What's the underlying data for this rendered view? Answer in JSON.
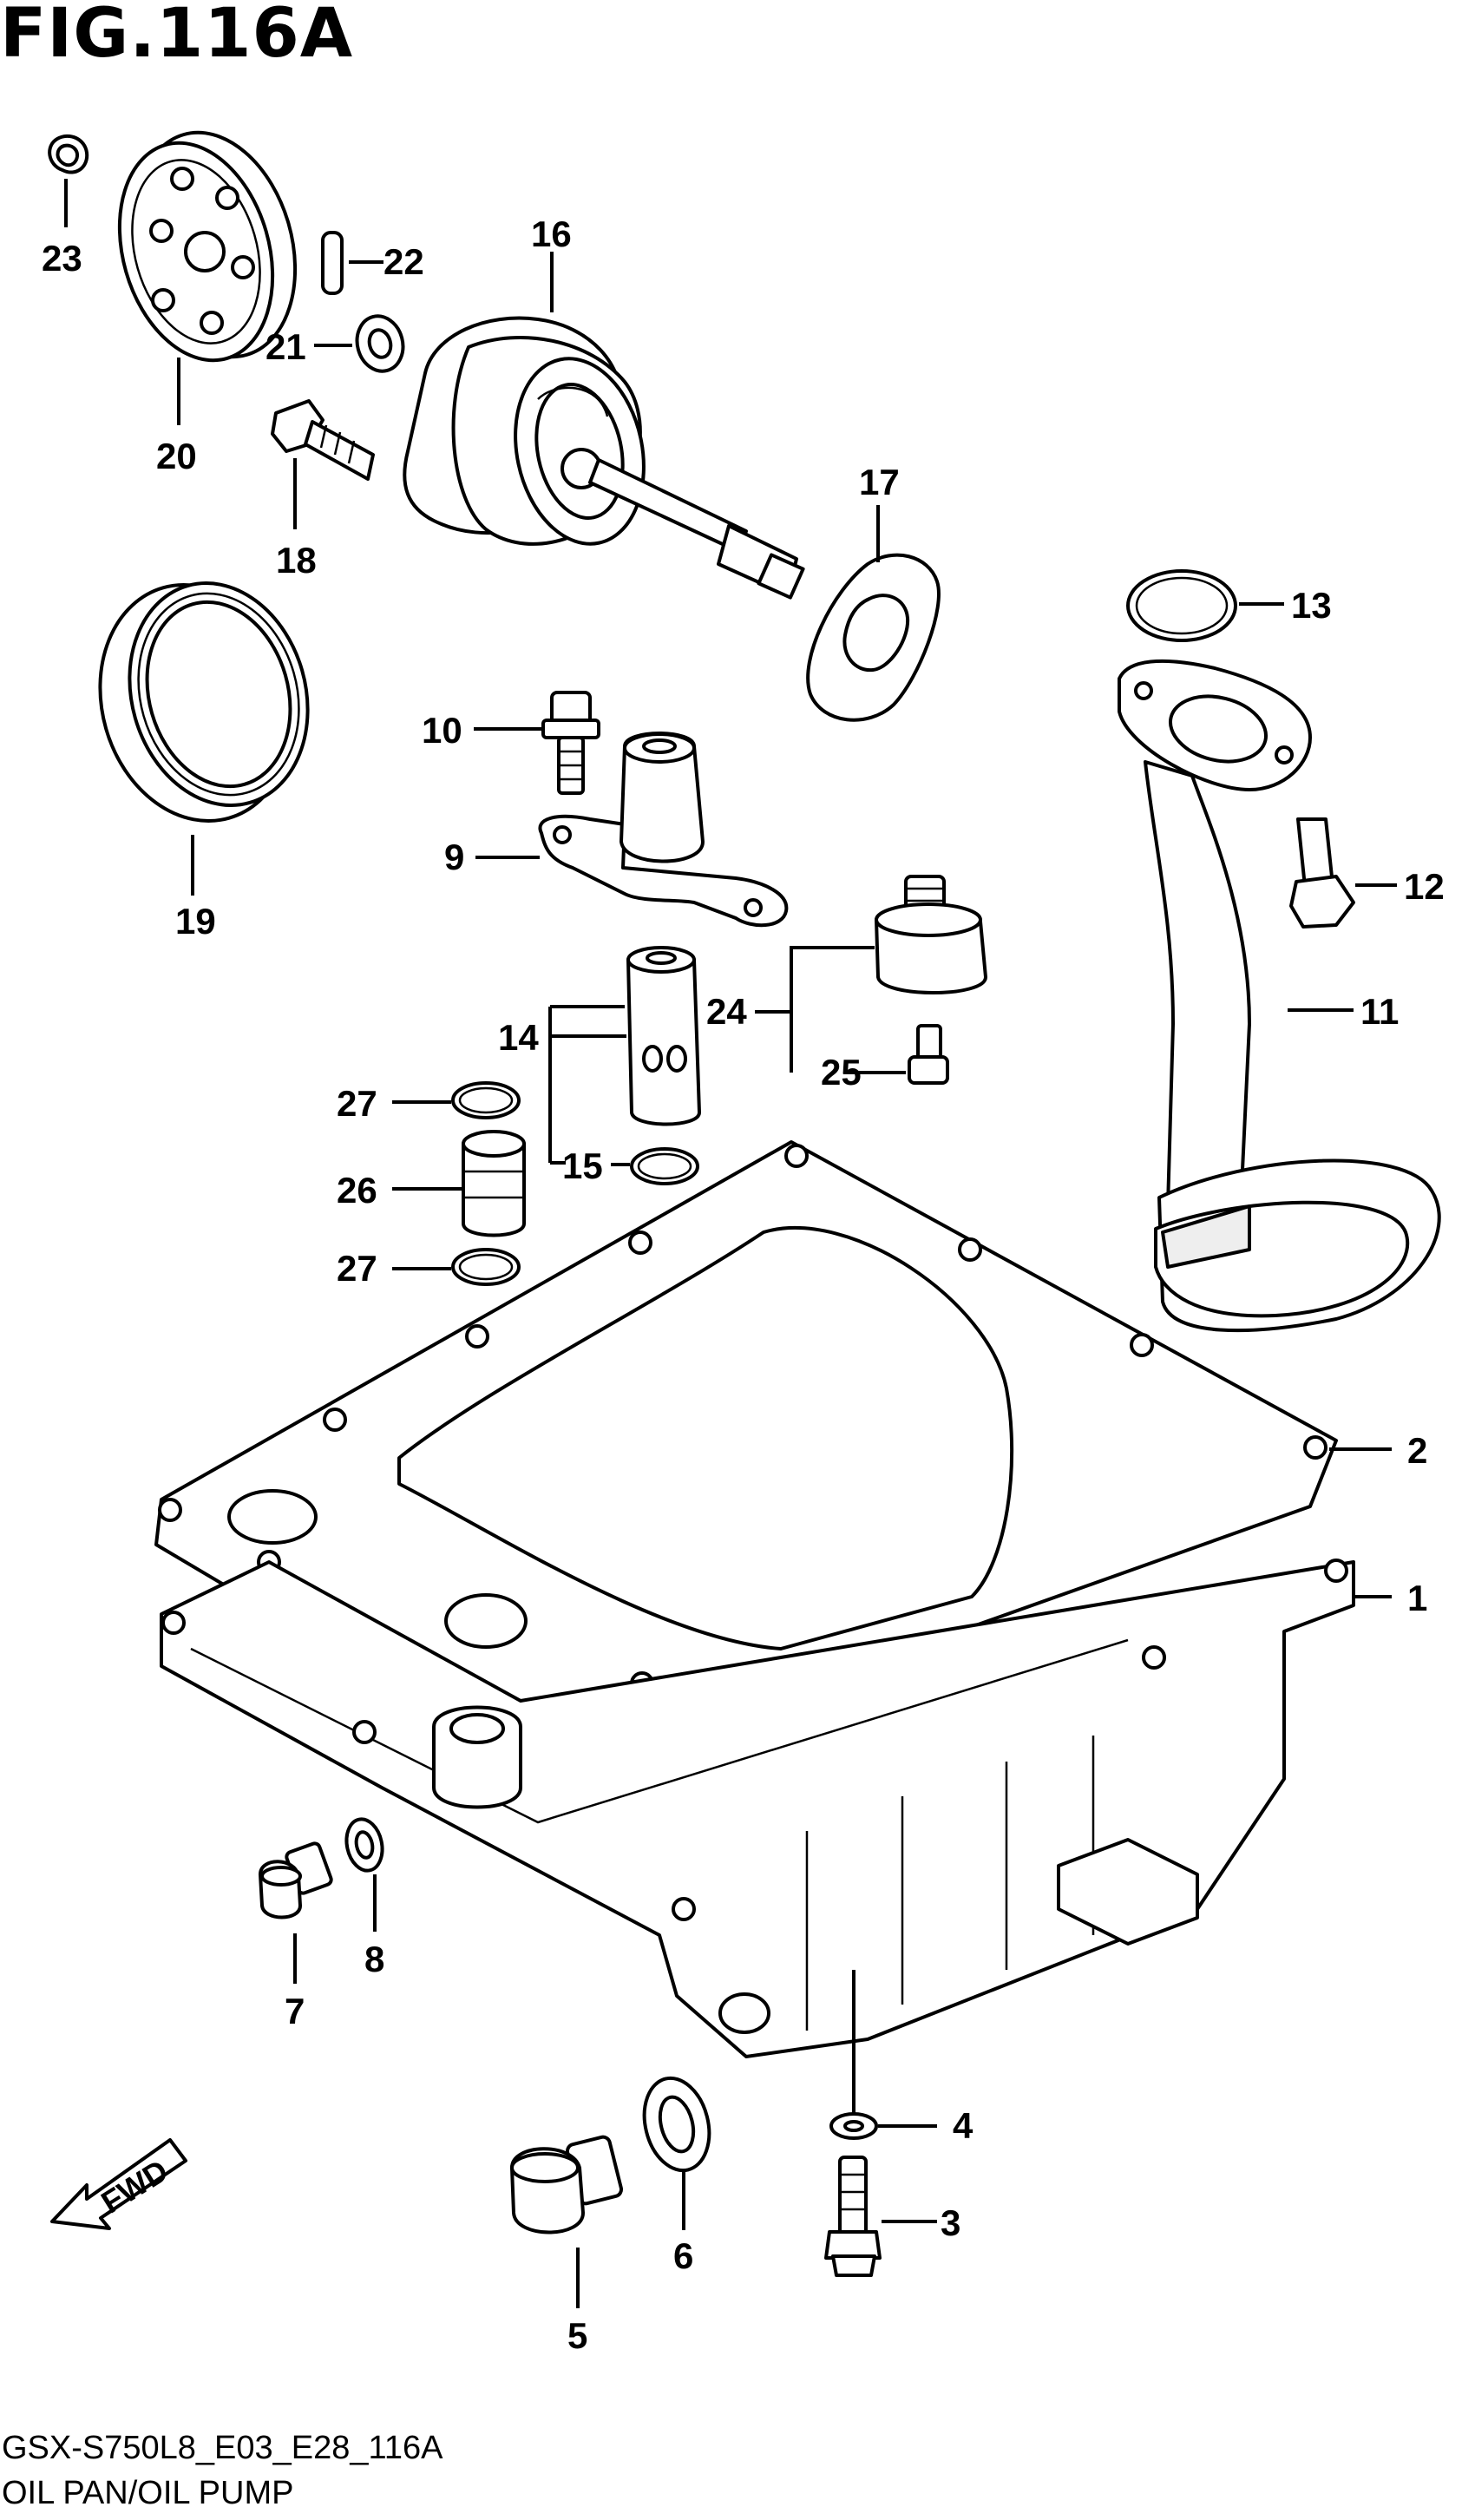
{
  "figure": {
    "title": "FIG.116A",
    "code": "GSX-S750L8_E03_E28_116A",
    "caption": "OIL PAN/OIL PUMP"
  },
  "fwd_label": "FWD",
  "callouts": [
    {
      "id": "c1",
      "label": "1"
    },
    {
      "id": "c2",
      "label": "2"
    },
    {
      "id": "c3",
      "label": "3"
    },
    {
      "id": "c4",
      "label": "4"
    },
    {
      "id": "c5",
      "label": "5"
    },
    {
      "id": "c6",
      "label": "6"
    },
    {
      "id": "c7",
      "label": "7"
    },
    {
      "id": "c8",
      "label": "8"
    },
    {
      "id": "c9",
      "label": "9"
    },
    {
      "id": "c10",
      "label": "10"
    },
    {
      "id": "c11",
      "label": "11"
    },
    {
      "id": "c12",
      "label": "12"
    },
    {
      "id": "c13",
      "label": "13"
    },
    {
      "id": "c14",
      "label": "14"
    },
    {
      "id": "c15",
      "label": "15"
    },
    {
      "id": "c16",
      "label": "16"
    },
    {
      "id": "c17",
      "label": "17"
    },
    {
      "id": "c18",
      "label": "18"
    },
    {
      "id": "c19",
      "label": "19"
    },
    {
      "id": "c20",
      "label": "20"
    },
    {
      "id": "c21",
      "label": "21"
    },
    {
      "id": "c22",
      "label": "22"
    },
    {
      "id": "c23",
      "label": "23"
    },
    {
      "id": "c24",
      "label": "24"
    },
    {
      "id": "c25",
      "label": "25"
    },
    {
      "id": "c26",
      "label": "26"
    },
    {
      "id": "c27a",
      "label": "27"
    },
    {
      "id": "c27b",
      "label": "27"
    }
  ]
}
